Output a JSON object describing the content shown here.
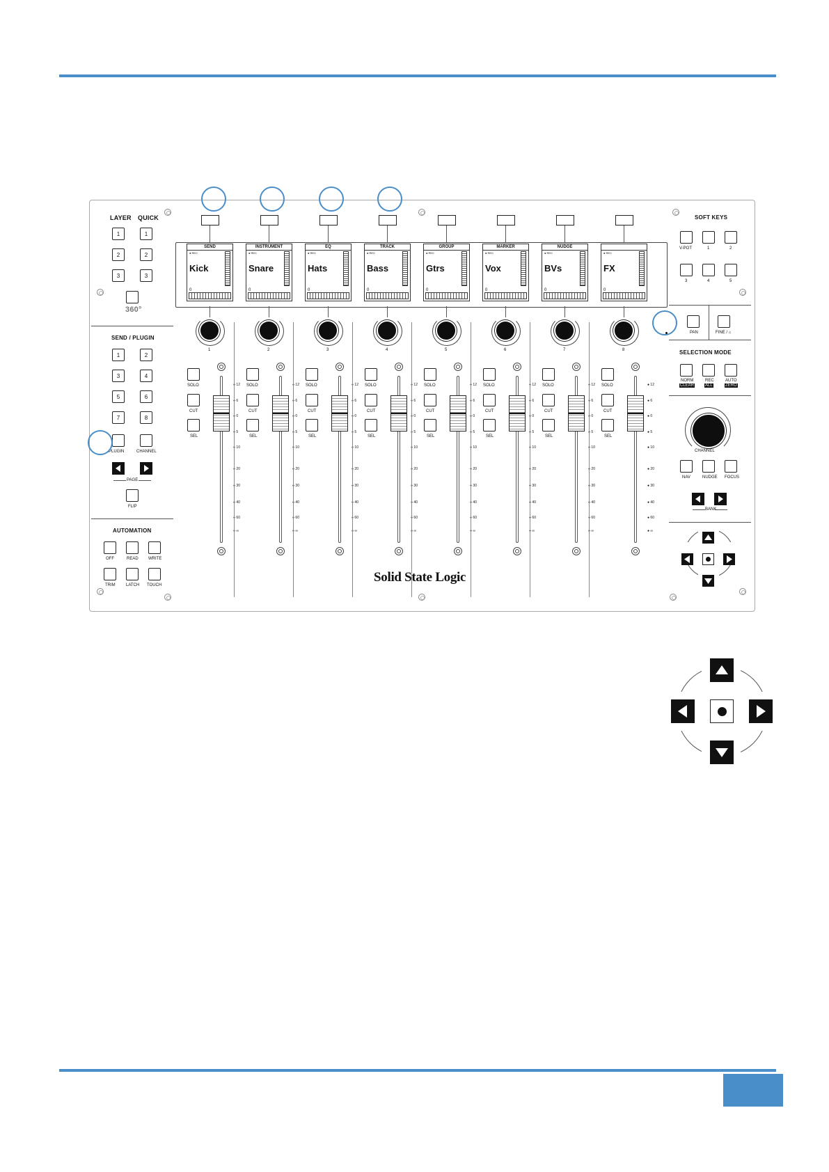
{
  "accent_color": "#4a8ec9",
  "brand": "Solid State Logic",
  "left_column": {
    "layer_label": "LAYER",
    "quick_label": "QUICK",
    "layer_buttons": [
      "1",
      "2",
      "3"
    ],
    "quick_buttons": [
      "1",
      "2",
      "3"
    ],
    "view_360_label": "360°",
    "send_plugin_title": "SEND / PLUGIN",
    "send_buttons": [
      "1",
      "2",
      "3",
      "4",
      "5",
      "6",
      "7",
      "8"
    ],
    "plugin_label": "PLUGIN",
    "channel_label": "CHANNEL",
    "page_label": "PAGE",
    "flip_label": "FLIP",
    "automation_title": "AUTOMATION",
    "automation_buttons": [
      "OFF",
      "READ",
      "WRITE",
      "TRIM",
      "LATCH",
      "TOUCH"
    ]
  },
  "channels": [
    {
      "number": "1",
      "header": "SEND",
      "name": "Kick",
      "rec": "● REC",
      "value": "0"
    },
    {
      "number": "2",
      "header": "INSTRUMENT",
      "name": "Snare",
      "rec": "● REC",
      "value": "0"
    },
    {
      "number": "3",
      "header": "EQ",
      "name": "Hats",
      "rec": "● REC",
      "value": "0"
    },
    {
      "number": "4",
      "header": "TRACK",
      "name": "Bass",
      "rec": "● REC",
      "value": "0"
    },
    {
      "number": "5",
      "header": "GROUP",
      "name": "Gtrs",
      "rec": "● REC",
      "value": "0"
    },
    {
      "number": "6",
      "header": "MARKER",
      "name": "Vox",
      "rec": "● REC",
      "value": "0"
    },
    {
      "number": "7",
      "header": "NUDGE",
      "name": "BVs",
      "rec": "● REC",
      "value": "0"
    },
    {
      "number": "8",
      "header": "",
      "name": "FX",
      "rec": "● REC",
      "value": "0"
    }
  ],
  "strip_buttons": {
    "solo": "SOLO",
    "cut": "CUT",
    "sel": "SEL"
  },
  "fader_scale": [
    "12",
    "6",
    "0",
    "5",
    "10",
    "20",
    "30",
    "40",
    "60",
    "∞"
  ],
  "right_column": {
    "soft_keys_title": "SOFT KEYS",
    "soft_keys": [
      "V-POT",
      "1",
      "2",
      "3",
      "4",
      "5"
    ],
    "pan_label": "PAN",
    "fine_label": "FINE / ⌂",
    "selection_mode_title": "SELECTION MODE",
    "selection_modes": [
      {
        "top": "NORM",
        "bottom": "CLEAR"
      },
      {
        "top": "REC",
        "bottom": "ALL"
      },
      {
        "top": "AUTO",
        "bottom": "ZERO"
      }
    ],
    "channel_label": "CHANNEL",
    "nav_buttons": [
      "NAV",
      "NUDGE",
      "FOCUS"
    ],
    "bank_label": "BANK"
  },
  "icons": [
    "left-arrow-icon",
    "right-arrow-icon",
    "up-arrow-icon",
    "down-arrow-icon",
    "centre-dot-icon"
  ]
}
